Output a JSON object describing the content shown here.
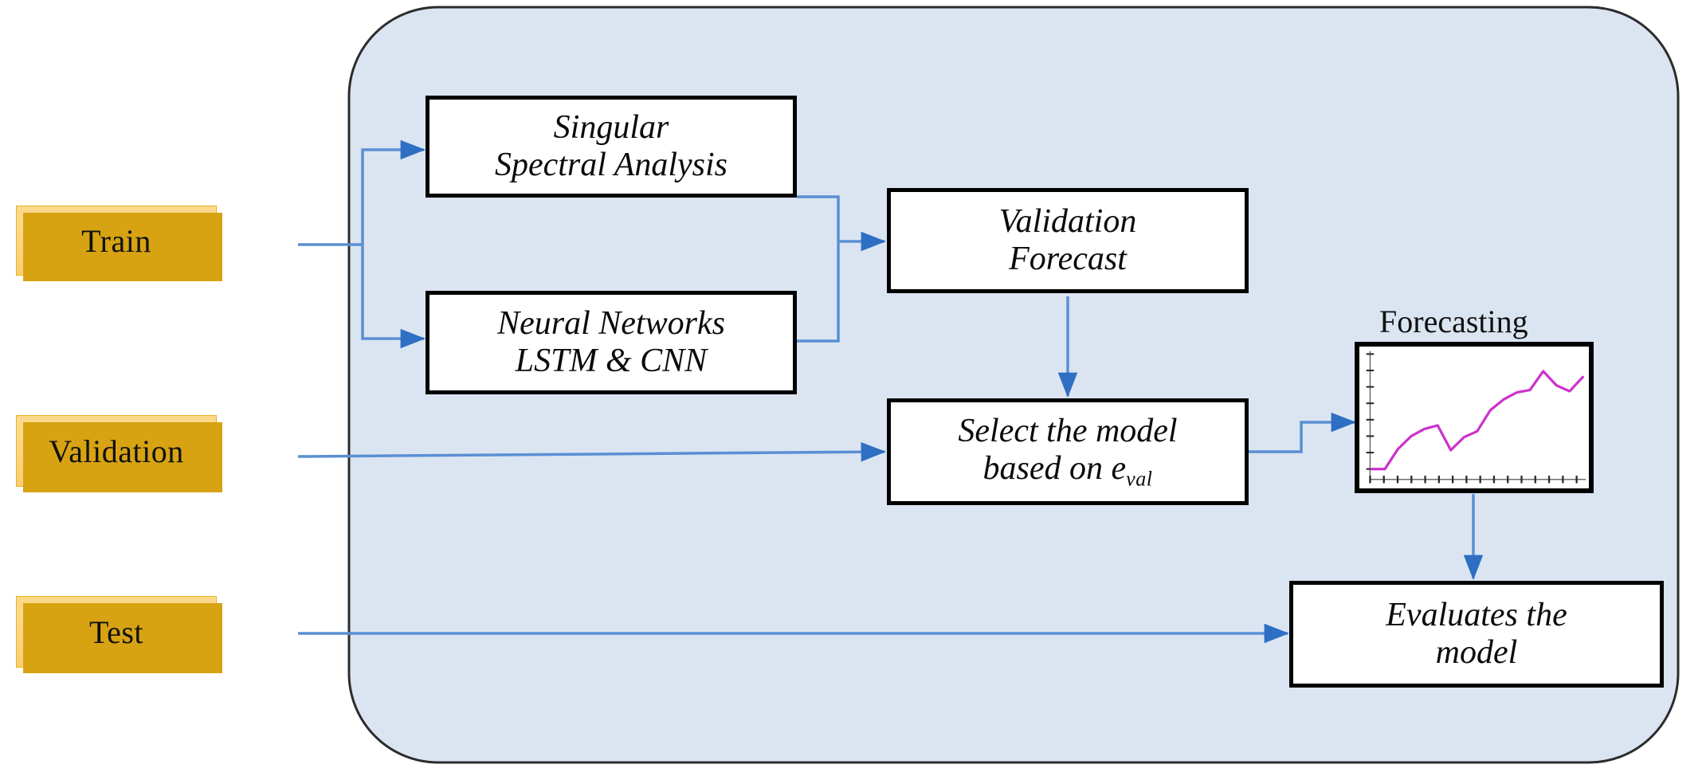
{
  "diagram": {
    "title_container": "forecasting-pipeline-container",
    "container_fill": "#dbe5f1",
    "container_border": "#2c2c2c",
    "arrow_color": "#5b8fd4",
    "arrow_head_color": "#2e6fc4"
  },
  "data_sources": [
    {
      "name": "train",
      "label": "Train"
    },
    {
      "name": "validation",
      "label": "Validation"
    },
    {
      "name": "test",
      "label": "Test"
    }
  ],
  "process_boxes": [
    {
      "name": "singular-spectral-analysis",
      "lines": [
        "Singular",
        "Spectral Analysis"
      ]
    },
    {
      "name": "neural-networks",
      "lines": [
        "Neural Networks",
        "LSTM & CNN"
      ]
    },
    {
      "name": "validation-forecast",
      "lines": [
        "Validation",
        "Forecast"
      ]
    },
    {
      "name": "select-model",
      "lines": [
        "Select the model",
        "based on e"
      ],
      "subscript": "val"
    },
    {
      "name": "evaluates-model",
      "lines": [
        "Evaluates the",
        "model"
      ]
    }
  ],
  "chart_data": {
    "type": "line",
    "title": "Forecasting",
    "xlabel": "",
    "ylabel": "",
    "line_color": "#cc33cc",
    "grid": false,
    "legend": "none",
    "axis_ticks_x": 16,
    "axis_ticks_y": 8,
    "xlim": [
      0,
      18
    ],
    "ylim": [
      0,
      10
    ],
    "x": [
      0,
      1,
      2,
      3,
      4,
      5,
      6,
      7,
      8,
      9,
      10,
      11,
      12,
      13,
      14,
      15,
      16,
      17
    ],
    "values": [
      0.5,
      0.5,
      2.2,
      3.3,
      3.9,
      4.2,
      2.1,
      3.2,
      3.7,
      5.5,
      6.4,
      7.0,
      7.2,
      8.8,
      7.6,
      7.1,
      8.3
    ]
  },
  "colors": {
    "source_fill_top": "#fcd98a",
    "source_fill_bottom": "#f9cd72",
    "source_shadow": "#d7a312",
    "source_border": "#e8b422",
    "process_border": "#000000",
    "process_fill": "#ffffff",
    "text": "#111111"
  }
}
